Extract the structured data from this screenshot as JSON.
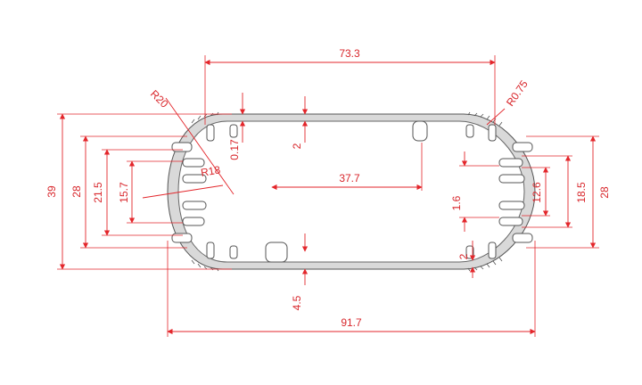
{
  "colors": {
    "dimension": "#e3262b",
    "profile_outline": "#444444",
    "profile_fill": "#d9d9d9",
    "background": "#ffffff"
  },
  "dimensions": {
    "top_width": "73.3",
    "radius_outer": "R20",
    "radius_small": "R0.75",
    "radius_inner": "R18",
    "wall_017": "0.17",
    "slot_2_top": "2",
    "center_span": "37.7",
    "slot_2_bottom": "2",
    "dim_1_6": "1.6",
    "dim_12_6": "12.6",
    "dim_18_5": "18.5",
    "right_height": "28",
    "overall_height": "39",
    "left_height": "28",
    "height_21_5": "21.5",
    "height_15_7": "15.7",
    "dim_4_5": "4.5",
    "overall_width": "91.7"
  }
}
